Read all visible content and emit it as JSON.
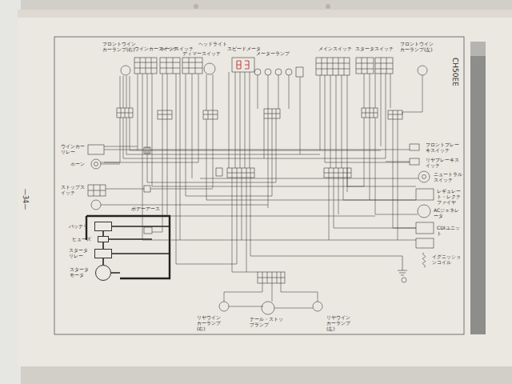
{
  "diagram": {
    "nodes": [
      {
        "text": [
          "バッテリ"
        ]
      },
      {
        "text": [
          "ヒューズ"
        ]
      },
      {
        "text": [
          "スタータリレー"
        ]
      },
      {
        "text": [
          "スタータモータ"
        ]
      }
    ],
    "edges": [
      {
        "from": 0,
        "to": 1,
        "arrow": "none"
      },
      {
        "from": 1,
        "to": 2,
        "arrow": "none"
      },
      {
        "from": 2,
        "to": 3,
        "arrow": "none"
      }
    ],
    "labels": [
      "CH50EE",
      "—34—",
      "フロントウインカーランプ(右)",
      "ウインカースイッチ",
      "ホーンスイッチ",
      "ディマースイッチ",
      "ヘッドライト",
      "スピードメータ",
      "メーターランプ",
      "メインスイッチ",
      "スタータスイッチ",
      "フロントウインカーランプ(左)",
      "ウインカーリレー",
      "ホーン",
      "ストップスイッチ",
      "ボデーアース",
      "フロントブレーキスイッチ",
      "リヤブレーキスイッチ",
      "ニュートラルスイッチ",
      "レギュレート・レクチファイヤ",
      "ACジェネレータ",
      "CDIユニット",
      "イグニッションコイル",
      "リヤウインカーランプ(右)",
      "テール・ストップランプ",
      "リヤウインカーランプ(左)"
    ]
  }
}
